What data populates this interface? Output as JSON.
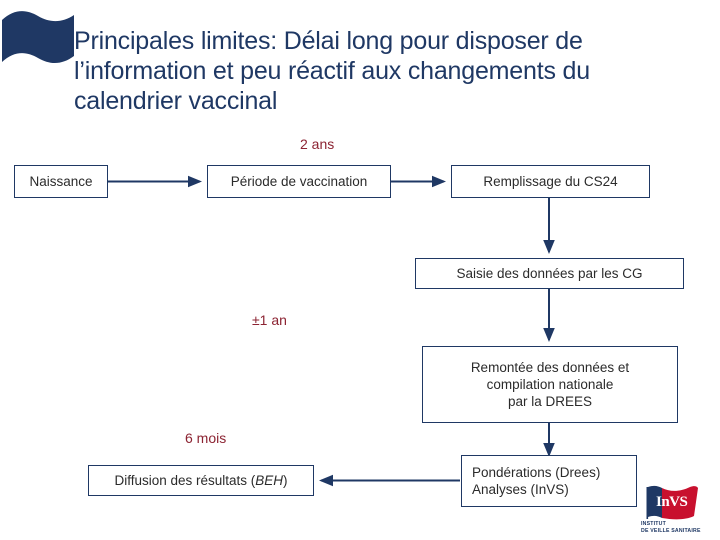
{
  "slide": {
    "title": "Principales limites: Délai long pour disposer de\nl’information et peu réactif aux changements du\ncalendrier vaccinal",
    "title_color": "#1F3864",
    "background": "#ffffff"
  },
  "diagram": {
    "box_border_color": "#1F3864",
    "connector_color": "#1F3864",
    "annotation_color": "#8C2332",
    "boxes": [
      {
        "id": "naissance",
        "label": "Naissance"
      },
      {
        "id": "periode",
        "label": "Période de vaccination"
      },
      {
        "id": "remplissage",
        "label": "Remplissage du CS24"
      },
      {
        "id": "saisie",
        "label": "Saisie des données par les CG"
      },
      {
        "id": "remontee",
        "label": "Remontée des données et\ncompilation nationale\npar la DREES"
      },
      {
        "id": "diffusion",
        "label_prefix": "Diffusion des résultats (",
        "label_italic": "BEH",
        "label_suffix": ")"
      },
      {
        "id": "ponderations",
        "label": "Pondérations (Drees)\nAnalyses (InVS)"
      }
    ],
    "annotations": [
      {
        "id": "deux-ans",
        "label": "2 ans"
      },
      {
        "id": "plus-un-an",
        "label": "±1 an"
      },
      {
        "id": "six-mois",
        "label": "6 mois"
      }
    ]
  },
  "logo": {
    "flag_name": "title-flag-icon",
    "invs_word": "InVS",
    "invs_caption": "INSTITUT\nDE VEILLE SANITAIRE",
    "navy": "#1F3864",
    "red": "#C8102E"
  }
}
